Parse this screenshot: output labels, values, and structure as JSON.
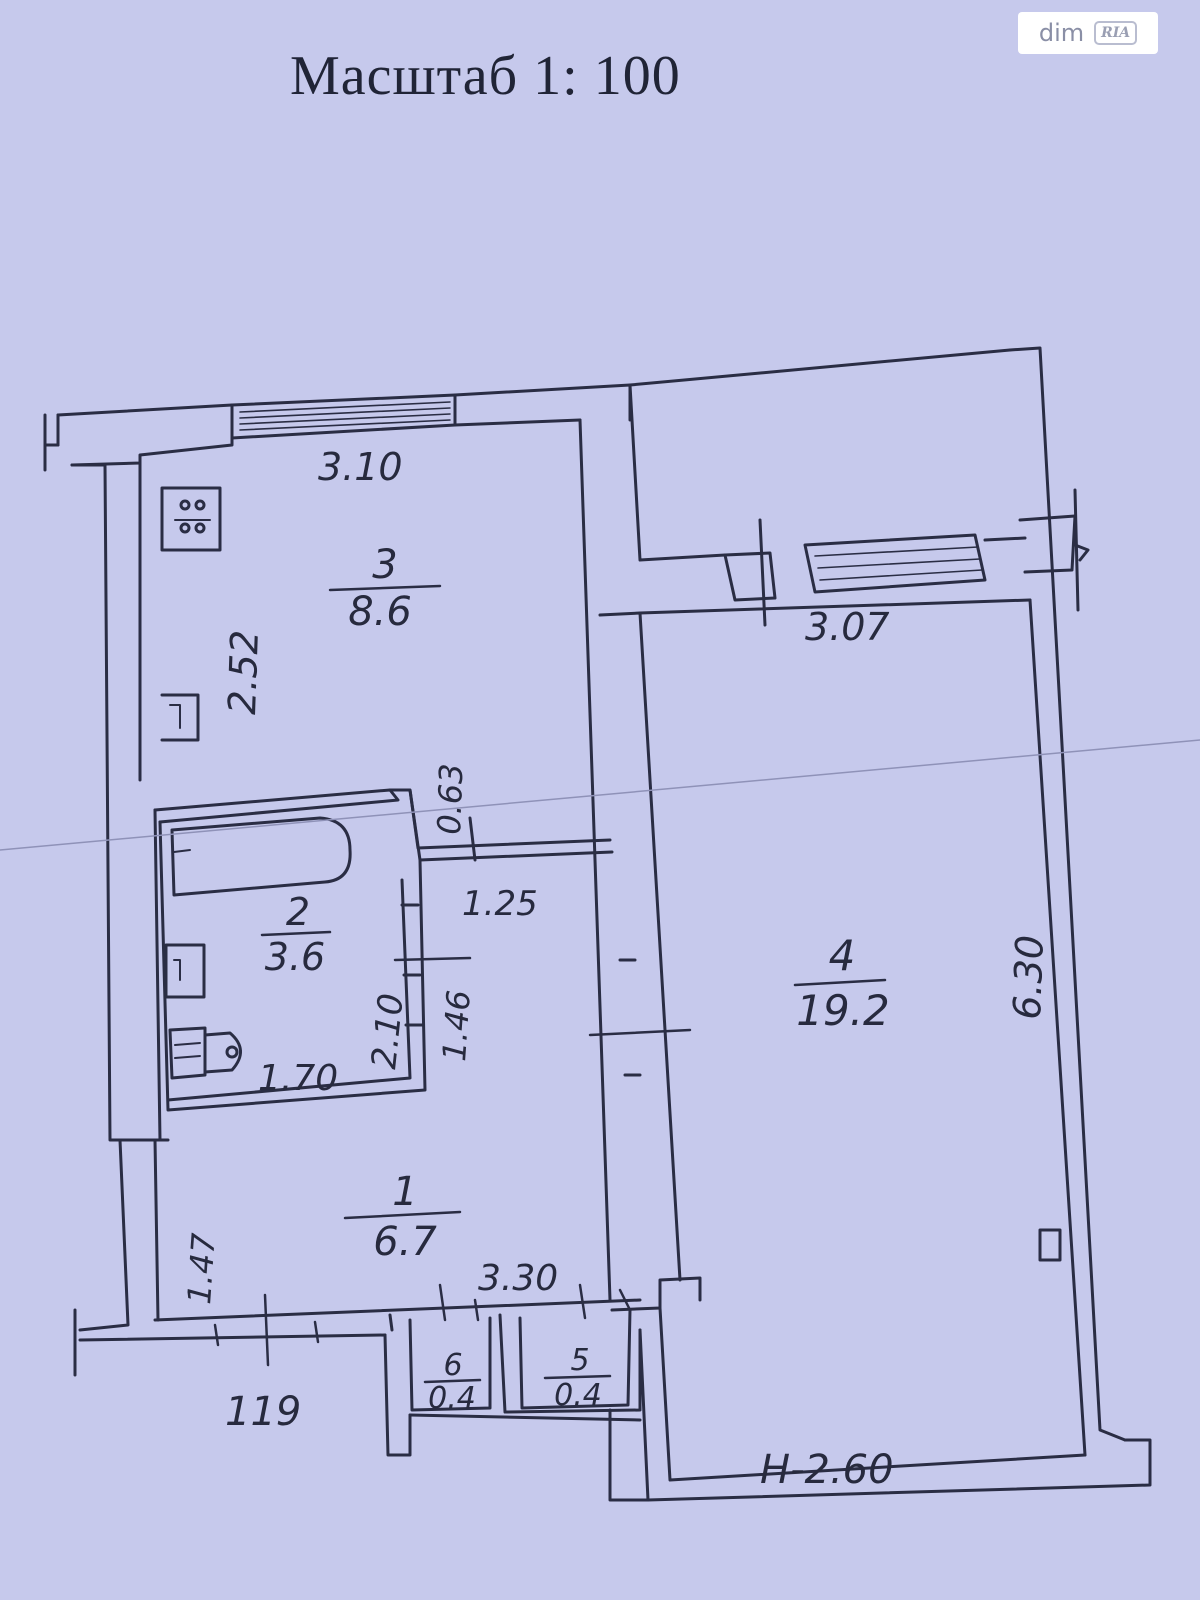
{
  "header": {
    "scale": "Масштаб 1: 100"
  },
  "watermark": {
    "brand": "dim",
    "badge": "RIA"
  },
  "rooms": [
    {
      "number": "3",
      "area": "8.6"
    },
    {
      "number": "2",
      "area": "3.6"
    },
    {
      "number": "1",
      "area": "6.7"
    },
    {
      "number": "4",
      "area": "19.2"
    },
    {
      "number": "6",
      "area": "0.4"
    },
    {
      "number": "5",
      "area": "0.4"
    }
  ],
  "dimensions": {
    "d310": "3.10",
    "d252": "2.52",
    "d063": "0.63",
    "d125": "1.25",
    "d210": "2.10",
    "d146": "1.46",
    "d170": "1.70",
    "d147": "1.47",
    "d330": "3.30",
    "d119": "119",
    "d307": "3.07",
    "d630": "6.30",
    "height": "H-2.60"
  },
  "colors": {
    "paper": "#c6c9ec",
    "ink": "#272a3e"
  }
}
